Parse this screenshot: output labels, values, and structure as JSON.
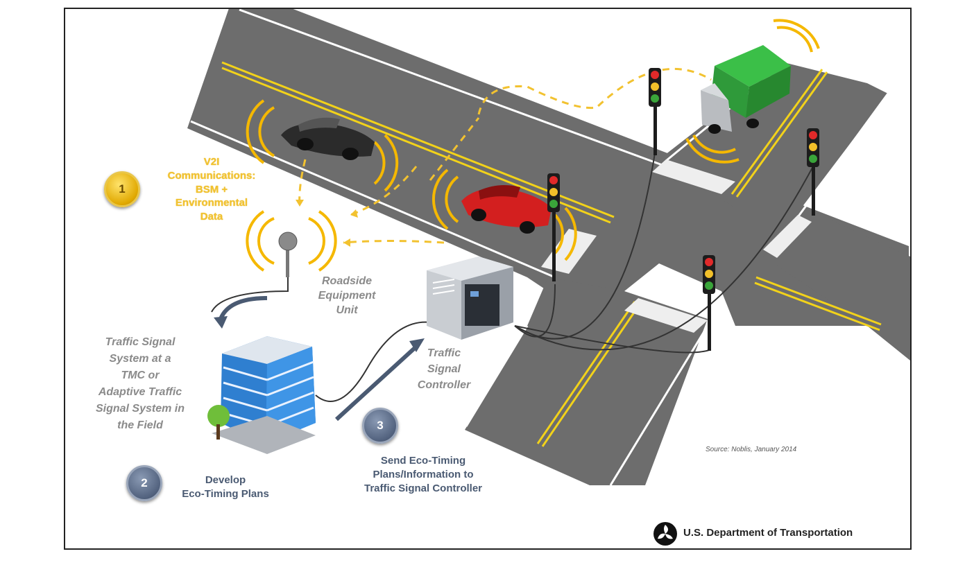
{
  "steps": [
    {
      "number": "1",
      "label_lines": [
        "V2I",
        "Communications:",
        "BSM +",
        "Environmental",
        "Data"
      ]
    },
    {
      "number": "2",
      "label_lines": [
        "Develop",
        "Eco-Timing Plans"
      ]
    },
    {
      "number": "3",
      "label_lines": [
        "Send Eco-Timing",
        "Plans/Information to",
        "Traffic Signal Controller"
      ]
    }
  ],
  "components": {
    "roadside_lines": [
      "Roadside",
      "Equipment",
      "Unit"
    ],
    "tmc_lines": [
      "Traffic Signal",
      "System at a",
      "TMC or",
      "Adaptive Traffic",
      "Signal System in",
      "the Field"
    ],
    "controller_lines": [
      "Traffic",
      "Signal",
      "Controller"
    ]
  },
  "source": "Source: Noblis, January 2014",
  "agency": "U.S. Department of Transportation",
  "colors": {
    "road": "#6e6e6e",
    "lane_yellow": "#f2d21a",
    "signal_wave": "#f5b800",
    "badge_gold": "#e0a800",
    "badge_slate": "#52627e",
    "car_red": "#d31f1f",
    "car_black": "#2b2b2b",
    "truck_cargo": "#2faa3a"
  }
}
